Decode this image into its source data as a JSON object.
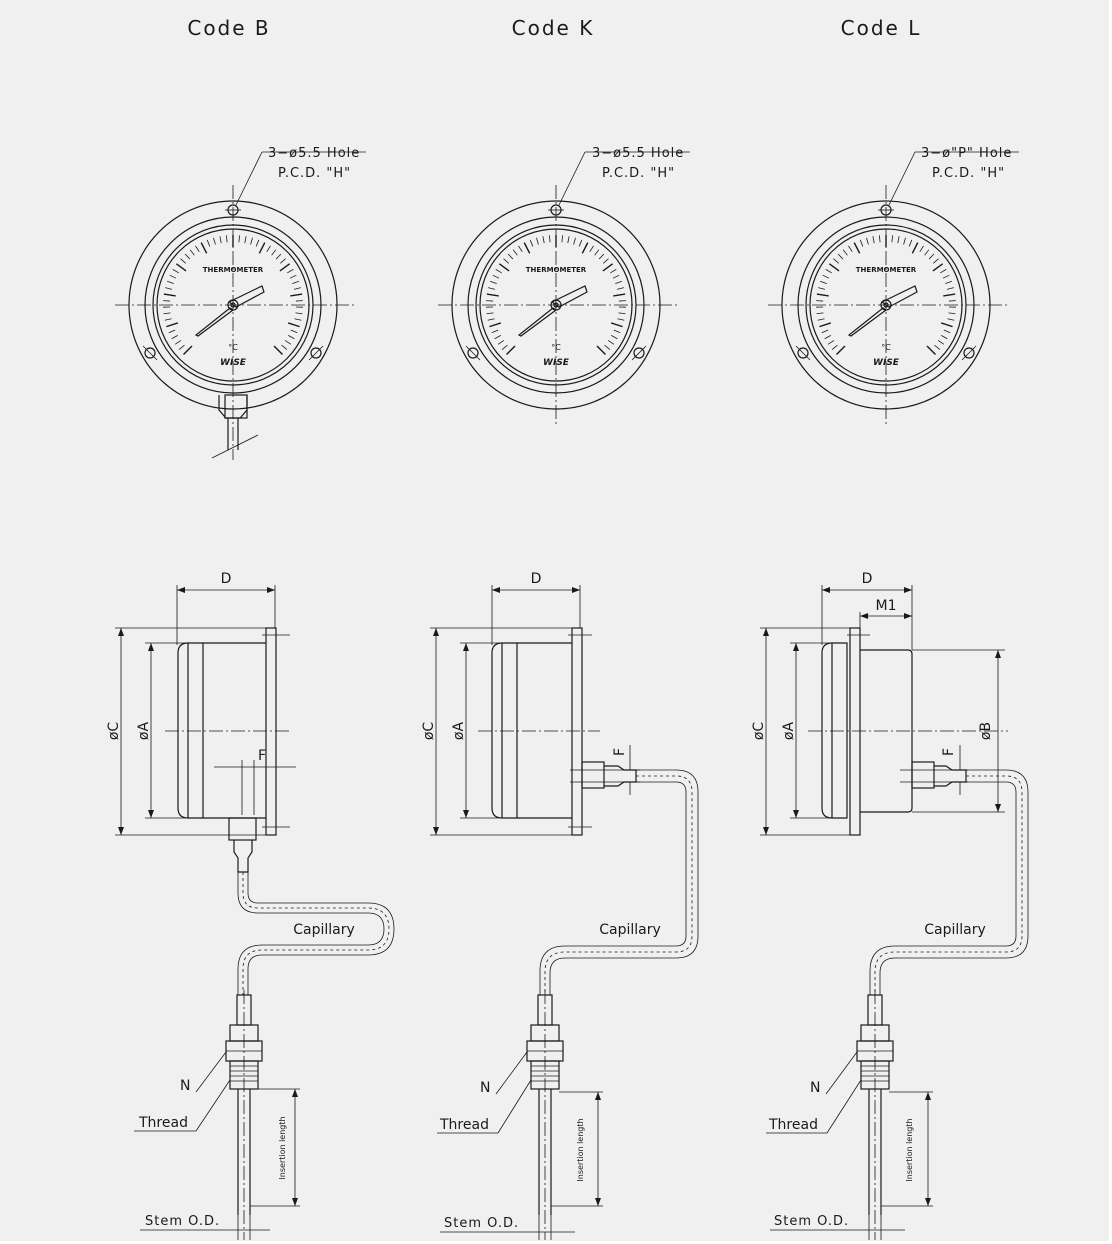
{
  "codes": [
    {
      "title": "Code B",
      "hole_label": "3−ø5.5  Hole",
      "pcd_label": "P.C.D.  \"H\"",
      "dial_text": "THERMOMETER",
      "unit": "°C",
      "logo": "WISE",
      "dims": {
        "d": "D",
        "f": "F",
        "c": "øC",
        "a": "øA"
      },
      "capillary": "Capillary",
      "n": "N",
      "thread": "Thread",
      "insertion": "Insertion length",
      "stem": "Stem  O.D."
    },
    {
      "title": "Code K",
      "hole_label": "3−ø5.5  Hole",
      "pcd_label": "P.C.D.  \"H\"",
      "dial_text": "THERMOMETER",
      "unit": "°C",
      "logo": "WISE",
      "dims": {
        "d": "D",
        "f": "F",
        "c": "øC",
        "a": "øA"
      },
      "capillary": "Capillary",
      "n": "N",
      "thread": "Thread",
      "insertion": "Insertion length",
      "stem": "Stem  O.D."
    },
    {
      "title": "Code L",
      "hole_label": "3−ø\"P\"  Hole",
      "pcd_label": "P.C.D.  \"H\"",
      "dial_text": "THERMOMETER",
      "unit": "°C",
      "logo": "WISE",
      "dims": {
        "d": "D",
        "m1": "M1",
        "f": "F",
        "c": "øC",
        "a": "øA",
        "b": "øB"
      },
      "capillary": "Capillary",
      "n": "N",
      "thread": "Thread",
      "insertion": "Insertion length",
      "stem": "Stem  O.D."
    }
  ]
}
